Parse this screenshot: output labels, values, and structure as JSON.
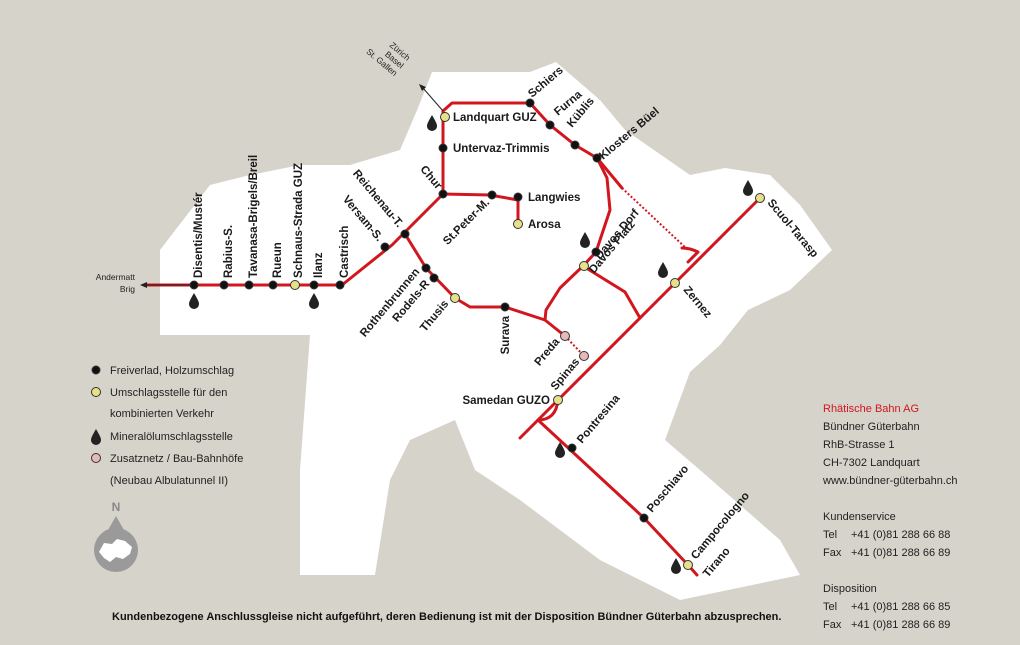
{
  "stations": {
    "disentis": "Disentis/Mustér",
    "rabius": "Rabius-S.",
    "tavanasa": "Tavanasa-Brigels/Breil",
    "rueun": "Rueun",
    "schnaus": "Schnaus-Strada GUZ",
    "ilanz": "Ilanz",
    "castrisch": "Castrisch",
    "versam": "Versam-S.",
    "reichenau": "Reichenau-T.",
    "rothenbrunnen": "Rothenbrunnen",
    "rodels": "Rodels-R",
    "thusis": "Thusis",
    "surava": "Surava",
    "preda": "Preda",
    "spinas": "Spinas",
    "samedan": "Samedan GUZO",
    "pontresina": "Pontresina",
    "poschiavo": "Poschiavo",
    "campocologno": "Campocologno",
    "tirano": "Tirano",
    "chur": "Chur",
    "landquart": "Landquart GUZ",
    "untervaz": "Untervaz-Trimmis",
    "schiers": "Schiers",
    "furna": "Furna",
    "kueblis": "Küblis",
    "klosters": "Klosters Büel",
    "stpeter": "St.Peter-M.",
    "langwies": "Langwies",
    "arosa": "Arosa",
    "davosdorf": "Davos Dorf",
    "davosplatz": "Davos Platz",
    "zernez": "Zernez",
    "scuol": "Scuol-Tarasp"
  },
  "directions": {
    "west_1": "Andermatt",
    "west_2": "Brig",
    "north_1": "Zürich",
    "north_2": "Basel",
    "north_3": "St. Gallen"
  },
  "legend": {
    "freiverlad": "Freiverlad, Holzumschlag",
    "umschlag_1": "Umschlagsstelle für den",
    "umschlag_2": "kombinierten Verkehr",
    "mineraloel": "Mineralölumschlagsstelle",
    "zusatznetz_1": "Zusatznetz / Bau-Bahnhöfe",
    "zusatznetz_2": "(Neubau Albulatunnel II)"
  },
  "compass_label": "N",
  "footer_note": "Kundenbezogene Anschlussgleise nicht aufgeführt, deren Bedienung ist mit der Disposition Bündner Güterbahn abzusprechen.",
  "contact": {
    "company": "Rhätische Bahn AG",
    "division": "Bündner Güterbahn",
    "street": "RhB-Strasse 1",
    "city": "CH-7302 Landquart",
    "web": "www.bündner-güterbahn.ch",
    "service_title": "Kundenservice",
    "tel_label": "Tel",
    "fax_label": "Fax",
    "service_tel": "+41 (0)81 288 66 88",
    "service_fax": "+41 (0)81 288 66 89",
    "dispo_title": "Disposition",
    "dispo_tel": "+41 (0)81 288 66 85",
    "dispo_fax": "+41 (0)81 288 66 89"
  },
  "colors": {
    "rail": "#d2161e",
    "background": "#d6d3ca",
    "region": "#ffffff",
    "station_dot": "#111111",
    "terminal_dot": "#e6e08a",
    "construction_dot": "#e7b8b8",
    "company_text": "#d2161e"
  }
}
